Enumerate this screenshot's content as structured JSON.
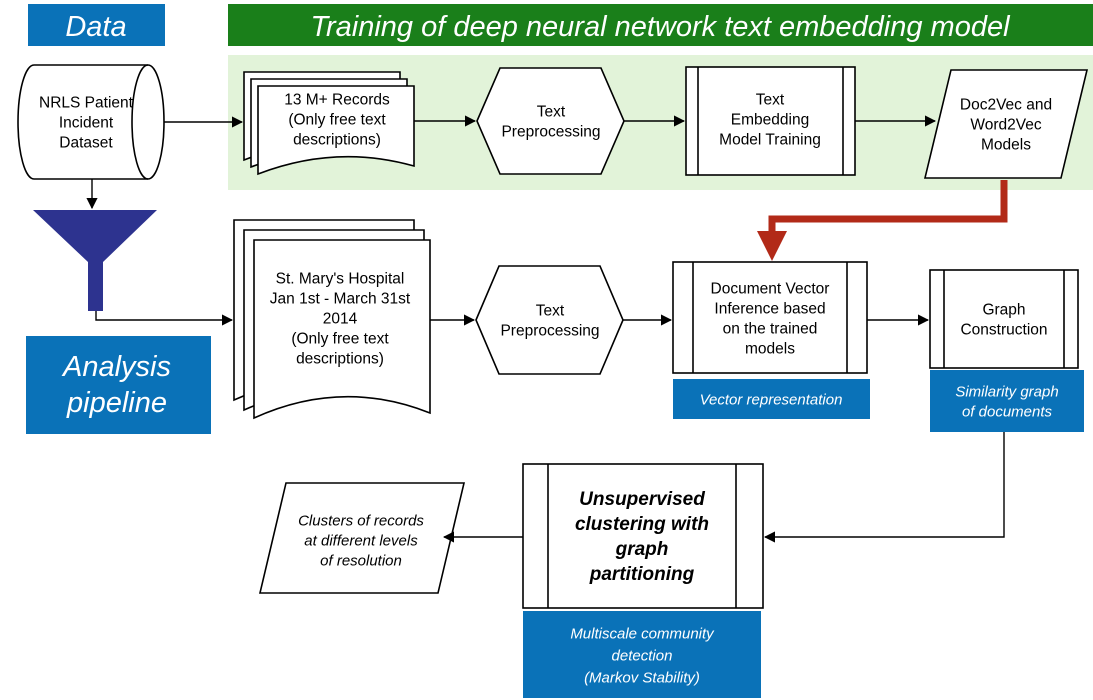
{
  "headers": {
    "data": "Data",
    "training": "Training of deep neural network text embedding model",
    "analysis_line1": "Analysis",
    "analysis_line2": "pipeline"
  },
  "nodes": {
    "nrls_dataset": [
      "NRLS Patient",
      "Incident",
      "Dataset"
    ],
    "records_13m": [
      "13 M+ Records",
      "(Only free text",
      "descriptions)"
    ],
    "text_preprocessing_1": [
      "Text",
      "Preprocessing"
    ],
    "embedding_training": [
      "Text",
      "Embedding",
      "Model Training"
    ],
    "doc2vec_models": [
      "Doc2Vec and",
      "Word2Vec",
      "Models"
    ],
    "st_marys": [
      "St. Mary's Hospital",
      "Jan 1st - March 31st",
      "2014",
      "(Only free text",
      "descriptions)"
    ],
    "text_preprocessing_2": [
      "Text",
      "Preprocessing"
    ],
    "doc_vector_inference": [
      "Document Vector",
      "Inference based",
      "on the trained",
      "models"
    ],
    "graph_construction": [
      "Graph",
      "Construction"
    ],
    "unsupervised_clustering": [
      "Unsupervised",
      "clustering with",
      "graph",
      "partitioning"
    ],
    "clusters_output": [
      "Clusters of records",
      "at different levels",
      "of resolution"
    ]
  },
  "captions": {
    "vector_representation": [
      "Vector representation"
    ],
    "similarity_graph": [
      "Similarity graph",
      "of documents"
    ],
    "multiscale": [
      "Multiscale community",
      "detection",
      "(Markov Stability)"
    ]
  },
  "colors": {
    "blue_box": "#0a72b8",
    "green_header": "#1a7f1a",
    "light_green_band": "#e2f3d9",
    "funnel": "#2d338f",
    "red_arrow": "#b22a18"
  }
}
